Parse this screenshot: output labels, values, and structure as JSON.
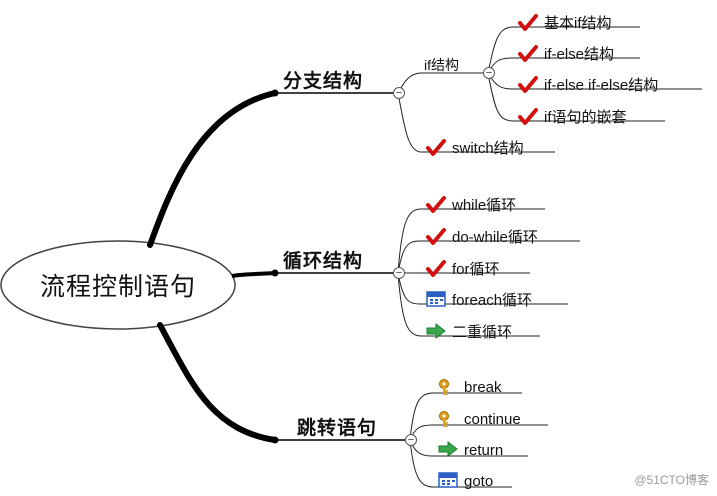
{
  "root": {
    "label": "流程控制语句"
  },
  "branches": [
    {
      "label": "分支结构",
      "sub": {
        "label": "if结构"
      },
      "leaves": [
        {
          "label": "基本if结构",
          "icon": "check-icon"
        },
        {
          "label": "if-else结构",
          "icon": "check-icon"
        },
        {
          "label": "if-else if-else结构",
          "icon": "check-icon"
        },
        {
          "label": "if语句的嵌套",
          "icon": "check-icon"
        },
        {
          "label": "switch结构",
          "icon": "check-icon"
        }
      ]
    },
    {
      "label": "循环结构",
      "leaves": [
        {
          "label": "while循环",
          "icon": "check-icon"
        },
        {
          "label": "do-while循环",
          "icon": "check-icon"
        },
        {
          "label": "for循环",
          "icon": "check-icon"
        },
        {
          "label": "foreach循环",
          "icon": "calendar-icon"
        },
        {
          "label": "二重循环",
          "icon": "arrow-right-icon"
        }
      ]
    },
    {
      "label": "跳转语句",
      "leaves": [
        {
          "label": "break",
          "icon": "key-icon"
        },
        {
          "label": "continue",
          "icon": "key-icon"
        },
        {
          "label": "return",
          "icon": "arrow-right-icon"
        },
        {
          "label": "goto",
          "icon": "calendar-icon"
        }
      ]
    }
  ],
  "watermark": "@51CTO博客",
  "colors": {
    "check": "#d21010",
    "key": "#e0a020",
    "arrow": "#3aa84a",
    "calendar": "#2c5fc4"
  }
}
